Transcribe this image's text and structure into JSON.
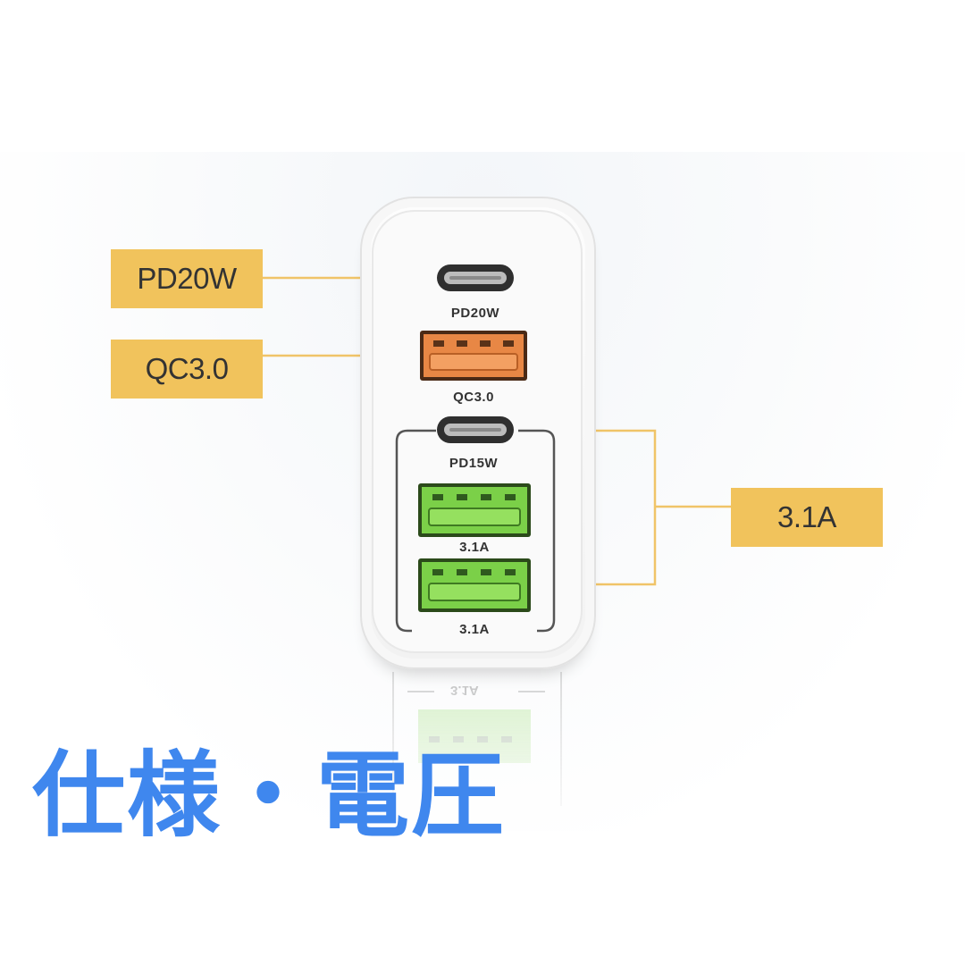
{
  "callouts": {
    "pd20w": "PD20W",
    "qc30": "QC3.0",
    "a31": "3.1A"
  },
  "ports": [
    {
      "type": "usb-c",
      "label": "PD20W"
    },
    {
      "type": "usb-a-orange",
      "label": "QC3.0"
    },
    {
      "type": "usb-c",
      "label": "PD15W"
    },
    {
      "type": "usb-a-green",
      "label": "3.1A"
    },
    {
      "type": "usb-a-green",
      "label": "3.1A"
    }
  ],
  "reflection_label": "3.1A",
  "heading": "仕様・電圧",
  "colors": {
    "callout_bg": "#f1c35c",
    "leader_line": "#f0c468",
    "qc_port": "#e88745",
    "green_port": "#7bd048",
    "heading": "#3f87ee"
  }
}
